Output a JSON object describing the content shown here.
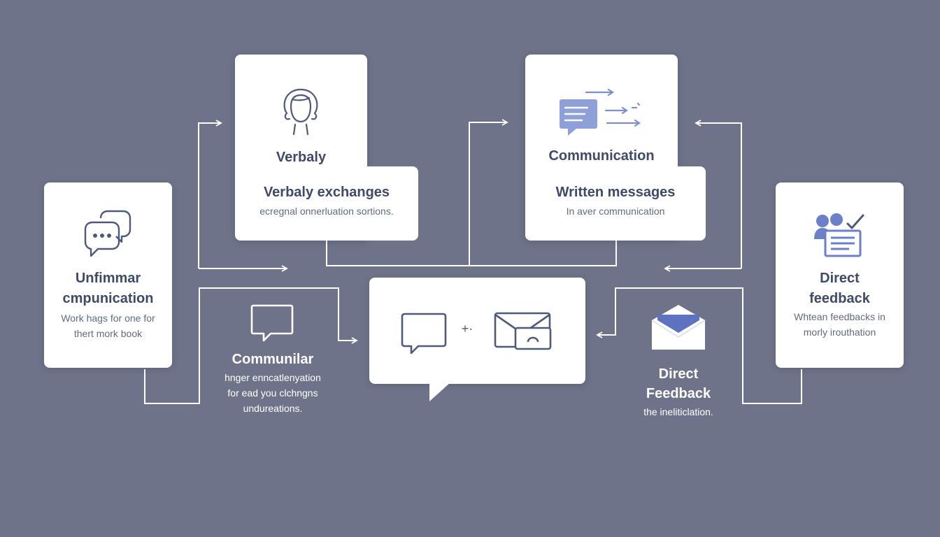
{
  "colors": {
    "background": "#6e7389",
    "card": "#ffffff",
    "icon_stroke": "#4f5a7a",
    "icon_accent": "#7d8fd0",
    "connector": "#ffffff"
  },
  "cards": {
    "verbal": {
      "icon": "person-head-icon",
      "heading": "Verbaly",
      "title": "Verbaly exchanges",
      "subtitle": "ecregnal onnerluation sortions."
    },
    "written": {
      "icon": "written-message-icon",
      "heading": "Communication",
      "title": "Written messages",
      "subtitle": "In aver communication"
    },
    "informal": {
      "icon": "chat-bubbles-icon",
      "title_line1": "Unfimmar",
      "title_line2": "cmpunication",
      "body_line1": "Work hags for one for",
      "body_line2": "thert mork book"
    },
    "direct_feedback": {
      "icon": "people-check-icon",
      "title_line1": "Direct",
      "title_line2": "feedback",
      "body_line1": "Whtean feedbacks in",
      "body_line2": "morly irouthation"
    },
    "center": {
      "left_icon": "speech-bubble-icon",
      "separator": "+·",
      "right_icon": "envelope-icon"
    }
  },
  "free_labels": {
    "communicator": {
      "icon": "speech-bubble-outline-icon",
      "title": "Communilar",
      "line1": "hnger enncatlenyation",
      "line2": "for ead you clchngns",
      "line3": "undureations."
    },
    "direct_feedback_2": {
      "icon": "open-envelope-icon",
      "title_line1": "Direct",
      "title_line2": "Feedback",
      "line1": "the ineliticlation."
    }
  }
}
